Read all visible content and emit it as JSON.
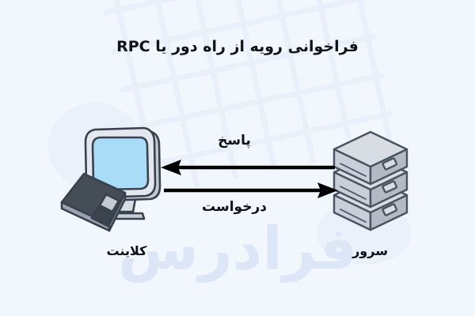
{
  "page": {
    "background_color": "#f2f7fd",
    "title": "فراخوانی رویه از راه دور یا RPC",
    "watermark": "فرادرس",
    "text_color": "#10131a"
  },
  "diagram": {
    "client": {
      "label": "کلاینت",
      "icon": "desktop-computer-icon",
      "screen_color": "#a9dcf6",
      "bezel_color": "#d7dde4",
      "keyboard_color": "#454d57",
      "outline_color": "#38414d"
    },
    "server": {
      "label": "سرور",
      "icon": "server-stack-icon",
      "unit_count": 3,
      "body_color": "#c9cfd8",
      "top_color": "#d8dde4",
      "side_color": "#b3bac4",
      "outline_color": "#4a535f"
    },
    "arrows": [
      {
        "name": "response-arrow",
        "label": "پاسخ",
        "direction": "right-to-left",
        "from": "server",
        "to": "client",
        "color": "#000000"
      },
      {
        "name": "request-arrow",
        "label": "درخواست",
        "direction": "left-to-right",
        "from": "client",
        "to": "server",
        "color": "#000000"
      }
    ]
  }
}
